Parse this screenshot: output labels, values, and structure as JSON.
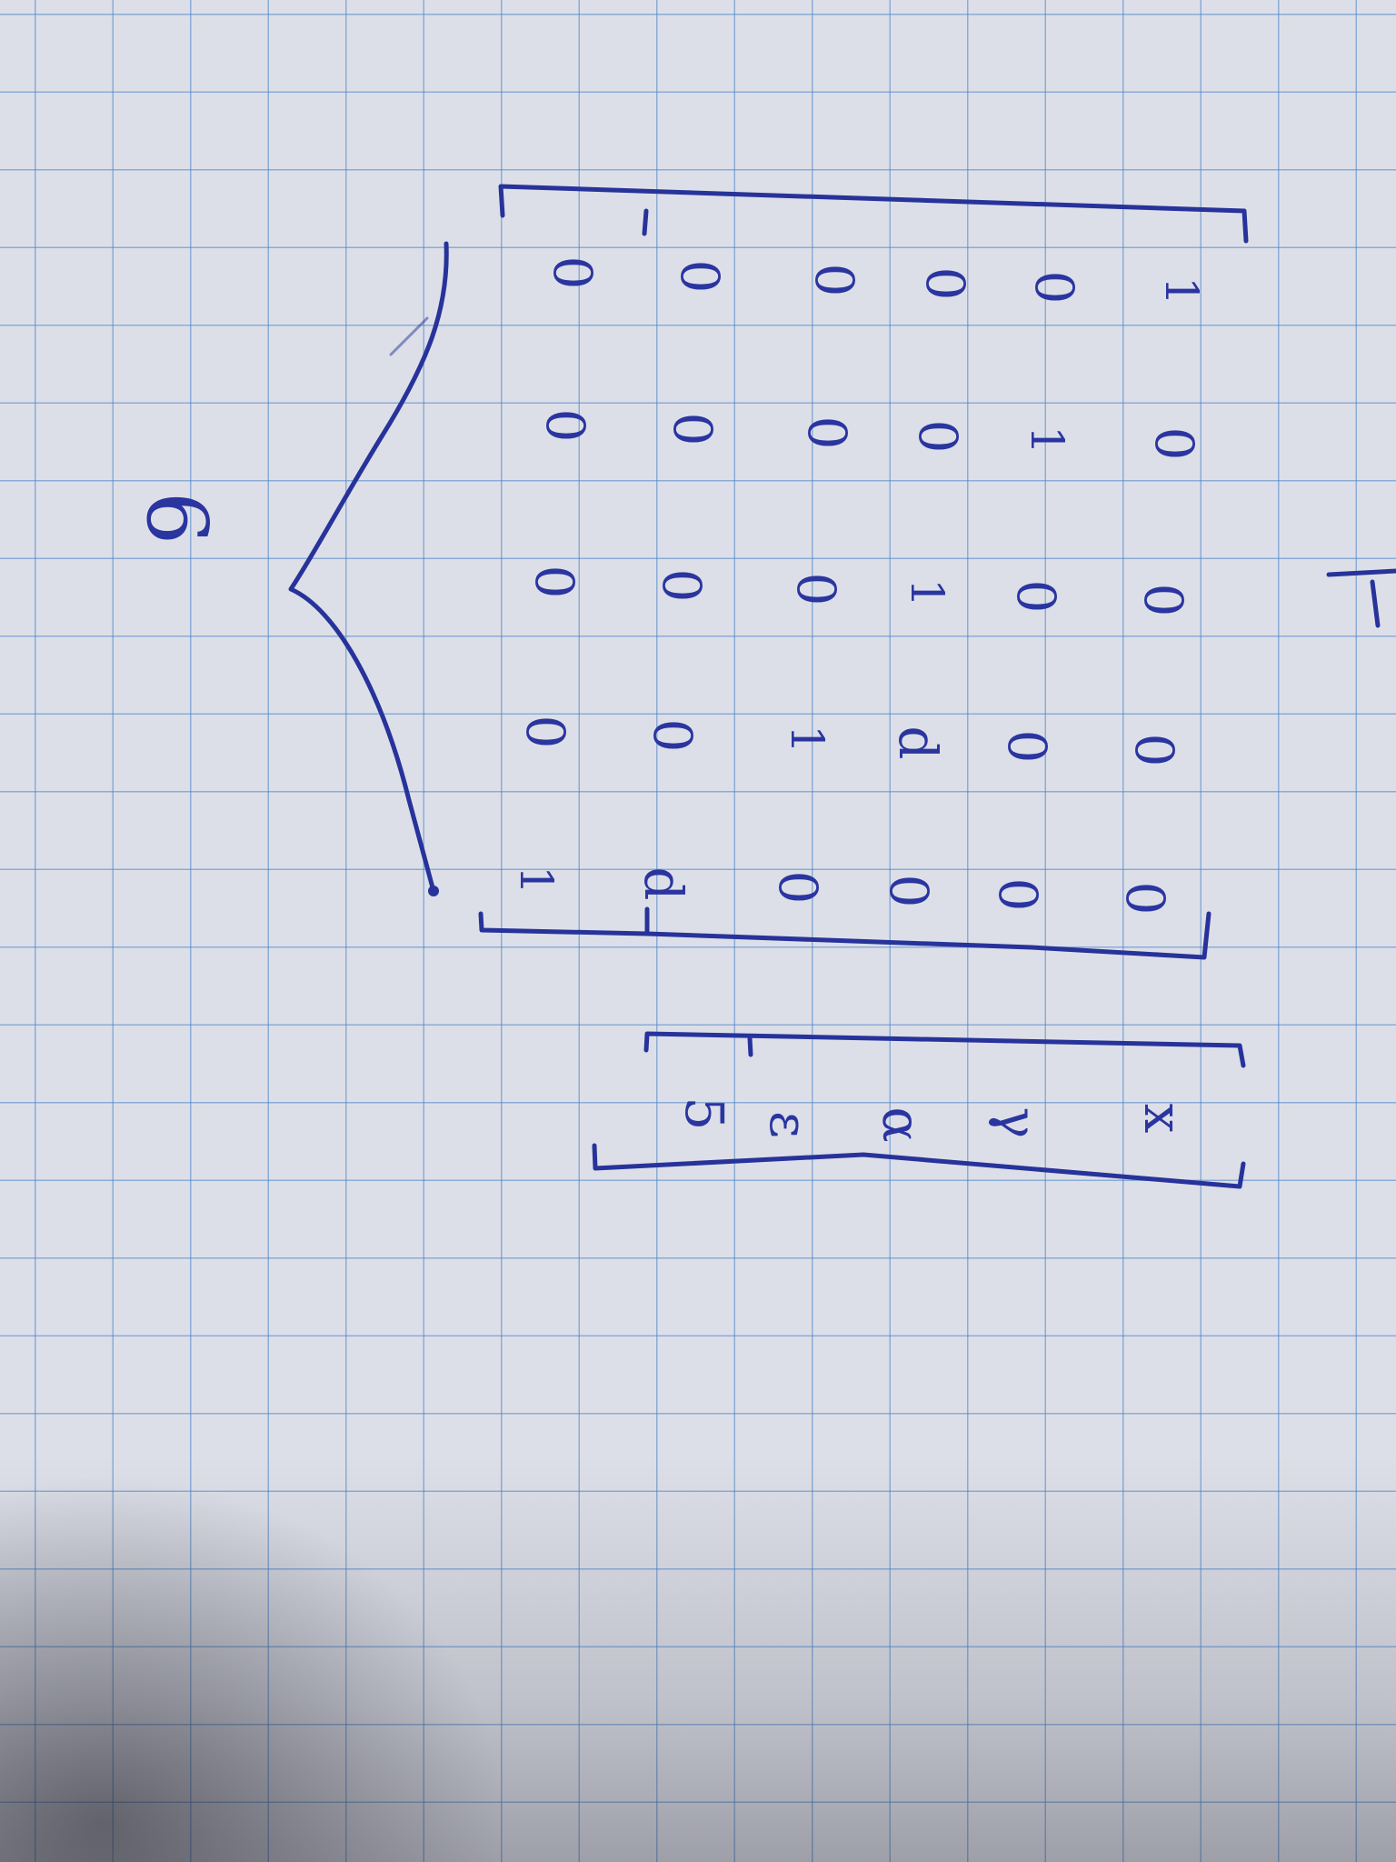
{
  "size_label": "6",
  "matrix": {
    "rows": [
      [
        "0",
        "0",
        "0",
        "0",
        "0",
        "1"
      ],
      [
        "0",
        "0",
        "0",
        "0",
        "1",
        "0"
      ],
      [
        "0",
        "0",
        "0",
        "1",
        "0",
        "0"
      ],
      [
        "0",
        "0",
        "1",
        "d",
        "0",
        "0"
      ],
      [
        "1",
        "d",
        "0",
        "0",
        "0",
        "0"
      ]
    ]
  },
  "variables": [
    "5",
    "ε",
    "α",
    "γ",
    "x"
  ],
  "colors": {
    "ink": "#27339a",
    "grid": "#4682c8",
    "paper": "#dddfe8"
  }
}
